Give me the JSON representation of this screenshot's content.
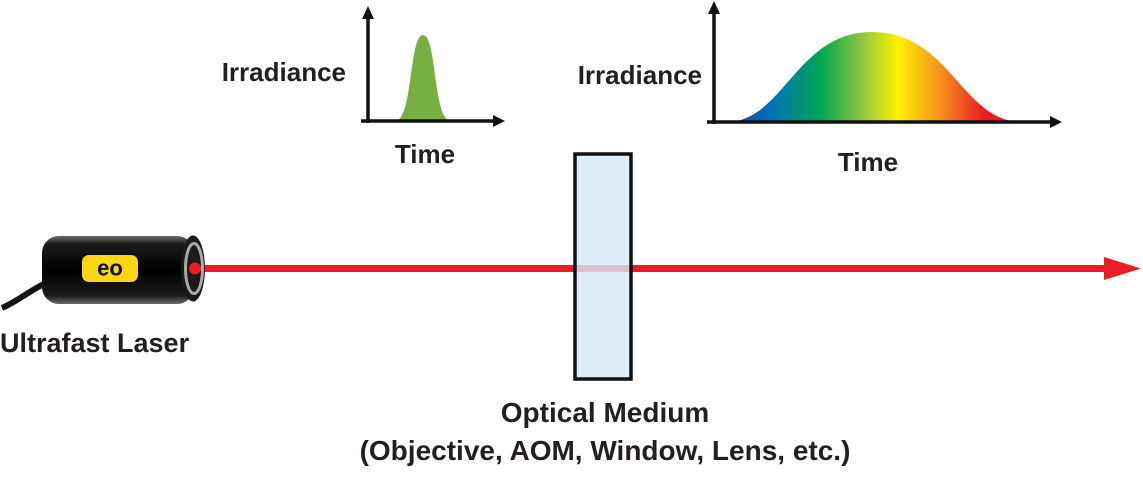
{
  "diagram": {
    "laser": {
      "label": "Ultrafast Laser",
      "logo_text": "eo",
      "logo_color": "#f9d616"
    },
    "beam": {
      "color": "#ed1c24"
    },
    "optical_medium": {
      "label": "Optical Medium",
      "sublabel": "(Objective, AOM, Window, Lens, etc.)",
      "glass_color": "#d7eaf7"
    },
    "input_pulse_graph": {
      "ylabel": "Irradiance",
      "xlabel": "Time",
      "pulse_color": "#76b043"
    },
    "output_pulse_graph": {
      "ylabel": "Irradiance",
      "xlabel": "Time",
      "gradient": [
        "#2b3990",
        "#0072bc",
        "#00a651",
        "#8dc63f",
        "#fff200",
        "#f7941d",
        "#ed1c24"
      ]
    }
  }
}
